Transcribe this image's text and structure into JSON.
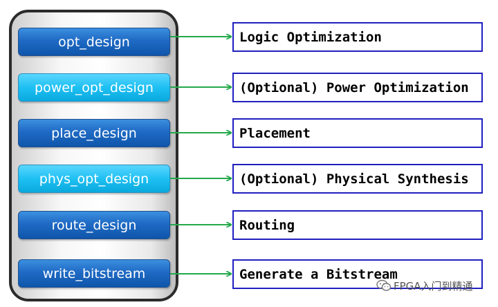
{
  "commands": [
    {
      "label": "opt_design",
      "optional": false
    },
    {
      "label": "power_opt_design",
      "optional": true
    },
    {
      "label": "place_design",
      "optional": false
    },
    {
      "label": "phys_opt_design",
      "optional": true
    },
    {
      "label": "route_design",
      "optional": false
    },
    {
      "label": "write_bitstream",
      "optional": false
    }
  ],
  "stages": [
    "Logic Optimization",
    "(Optional) Power Optimization",
    "Placement",
    "(Optional) Physical Synthesis",
    "Routing",
    "Generate a Bitstream"
  ],
  "colors": {
    "required_button": "#1f6ac4",
    "optional_button": "#1ec0f2",
    "arrow": "#22a84a",
    "stage_border": "#1f1fbf",
    "panel_border": "#2b2b2b"
  },
  "watermark": {
    "text": "FPGA入门到精通",
    "icon": "wechat-icon"
  }
}
